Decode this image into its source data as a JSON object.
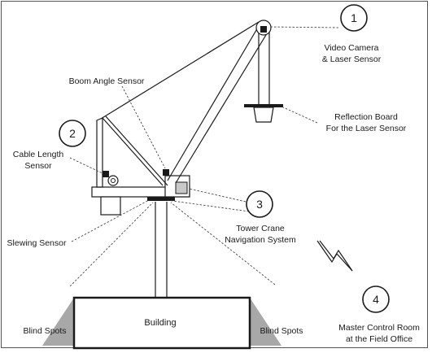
{
  "labels": {
    "video_camera_line1": "Video Camera",
    "video_camera_line2": "& Laser Sensor",
    "boom_angle_sensor": "Boom Angle Sensor",
    "reflection_board_line1": "Reflection Board",
    "reflection_board_line2": "For the Laser Sensor",
    "cable_length_line1": "Cable Length",
    "cable_length_line2": "Sensor",
    "slewing_sensor": "Slewing Sensor",
    "navigation_line1": "Tower Crane",
    "navigation_line2": "Navigation System",
    "building": "Building",
    "blind_spots_left": "Blind Spots",
    "blind_spots_right": "Blind Spots",
    "control_room_line1": "Master Control Room",
    "control_room_line2": "at the Field Office"
  },
  "markers": {
    "m1": "1",
    "m2": "2",
    "m3": "3",
    "m4": "4"
  },
  "colors": {
    "line": "#1a1a1a",
    "blind_spot_fill": "#a8a8a8",
    "sensor_fill": "#1a1a1a",
    "nav_box_fill": "#c8c8c8"
  }
}
